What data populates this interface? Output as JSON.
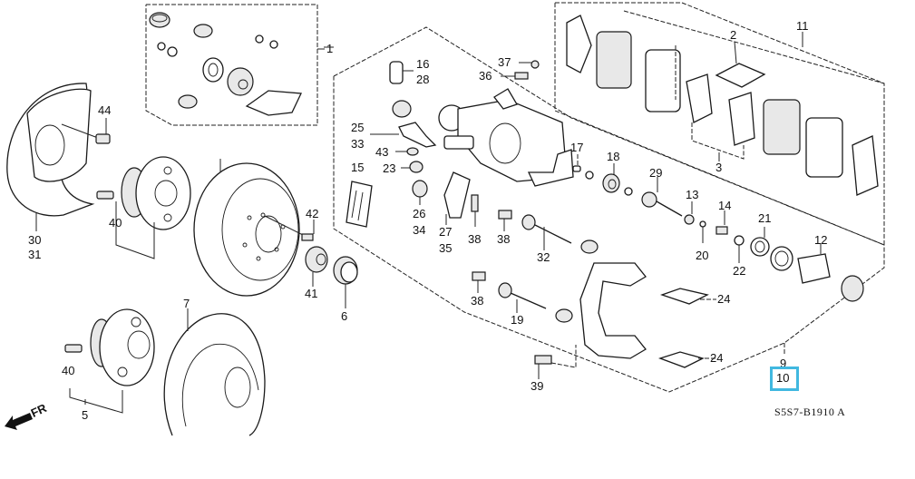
{
  "diagram": {
    "title": "Rear Brake Caliper / Disc Assembly Exploded View",
    "diagram_code": "S5S7-B1910 A",
    "direction_indicator": "FR",
    "highlight_color": "#41b8e0",
    "highlighted_part": "10",
    "callouts": {
      "c1": "1",
      "c2": "2",
      "c3": "3",
      "c5": "5",
      "c6": "6",
      "c7": "7",
      "c9": "9",
      "c10": "10",
      "c11": "11",
      "c12": "12",
      "c13": "13",
      "c14": "14",
      "c15": "15",
      "c16": "16",
      "c17": "17",
      "c18": "18",
      "c19": "19",
      "c20": "20",
      "c21": "21",
      "c22": "22",
      "c23": "23",
      "c24a": "24",
      "c24b": "24",
      "c25": "25",
      "c26": "26",
      "c27": "27",
      "c28": "28",
      "c29": "29",
      "c30": "30",
      "c31": "31",
      "c32": "32",
      "c33": "33",
      "c34": "34",
      "c35": "35",
      "c36": "36",
      "c37": "37",
      "c38a": "38",
      "c38b": "38",
      "c38c": "38",
      "c39": "39",
      "c40a": "40",
      "c40b": "40",
      "c41": "41",
      "c42": "42",
      "c43": "43",
      "c44": "44"
    }
  }
}
